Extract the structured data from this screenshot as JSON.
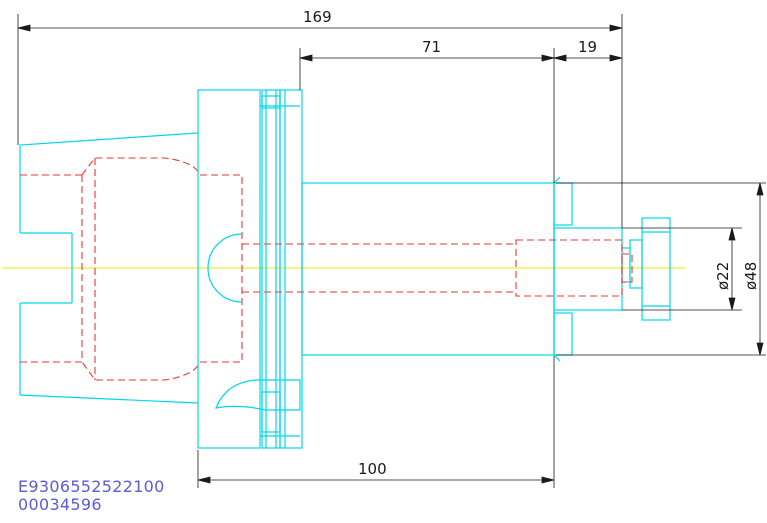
{
  "dimensions": {
    "overall": "169",
    "shank": "71",
    "nose": "19",
    "bottom": "100",
    "dia_small": "ø22",
    "dia_large": "ø48"
  },
  "part_code": {
    "line1": "E9306552522100",
    "line2": "00034596"
  },
  "colors": {
    "outline": "#00d8e8",
    "hidden": "#e53935",
    "centerline": "#e8e800",
    "dimension": "#1a1a1a",
    "code_text": "#5b5bd6"
  }
}
